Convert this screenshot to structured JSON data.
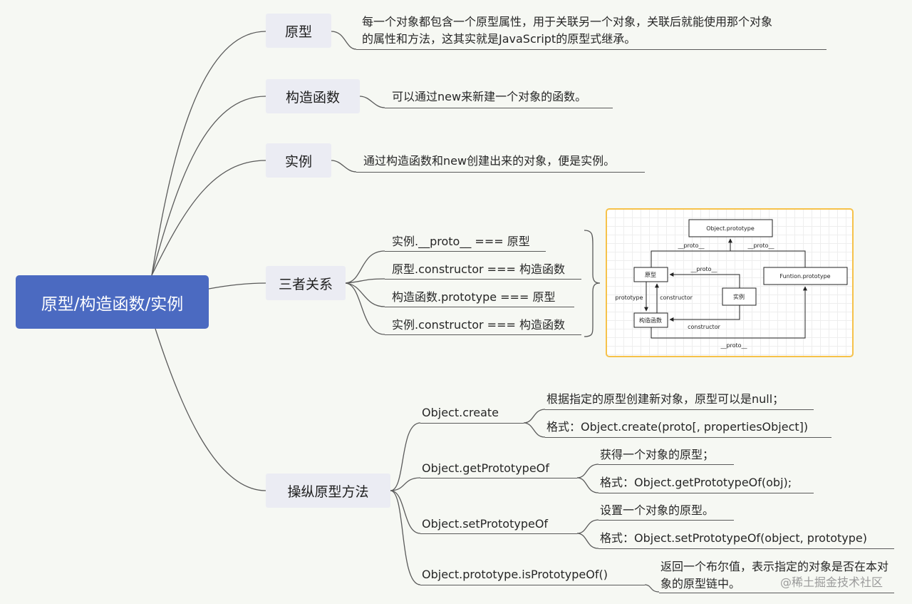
{
  "root": {
    "label": "原型/构造函数/实例"
  },
  "branches": {
    "prototype": {
      "label": "原型",
      "desc_line1": "每一个对象都包含一个原型属性，用于关联另一个对象，关联后就能使用那个对象",
      "desc_line2": "的属性和方法，这其实就是JavaScript的原型式继承。"
    },
    "constructor": {
      "label": "构造函数",
      "desc": "可以通过new来新建一个对象的函数。"
    },
    "instance": {
      "label": "实例",
      "desc": "通过构造函数和new创建出来的对象，便是实例。"
    },
    "relation": {
      "label": "三者关系",
      "items": [
        "实例.__proto__ === 原型",
        "原型.constructor === 构造函数",
        "构造函数.prototype === 原型",
        "实例.constructor === 构造函数"
      ]
    },
    "methods": {
      "label": "操纵原型方法",
      "items": [
        {
          "name": "Object.create",
          "details": [
            "根据指定的原型创建新对象，原型可以是null；",
            "格式：Object.create(proto[, propertiesObject])"
          ]
        },
        {
          "name": "Object.getPrototypeOf",
          "details": [
            "获得一个对象的原型；",
            "格式：Object.getPrototypeOf(obj);"
          ]
        },
        {
          "name": "Object.setPrototypeOf",
          "details": [
            "设置一个对象的原型。",
            "格式：Object.setPrototypeOf(object, prototype)"
          ]
        },
        {
          "name": "Object.prototype.isPrototypeOf()",
          "details": [
            "返回一个布尔值，表示指定的对象是否在本对象的原型链中。"
          ]
        }
      ]
    }
  },
  "diagram": {
    "nodes": {
      "object_prototype": "Object.prototype",
      "prototype": "原型",
      "function_prototype": "Funtion.prototype",
      "instance": "实例",
      "constructor": "构造函数"
    },
    "labels": {
      "proto_left": "__proto__",
      "proto_right": "__proto__",
      "proto_instance": "__proto__",
      "prototype_edge": "prototype",
      "constructor_edge": "constructor",
      "constructor_instance": "constructor",
      "proto_bottom": "__proto__"
    }
  },
  "watermark": "@稀土掘金技术社区"
}
